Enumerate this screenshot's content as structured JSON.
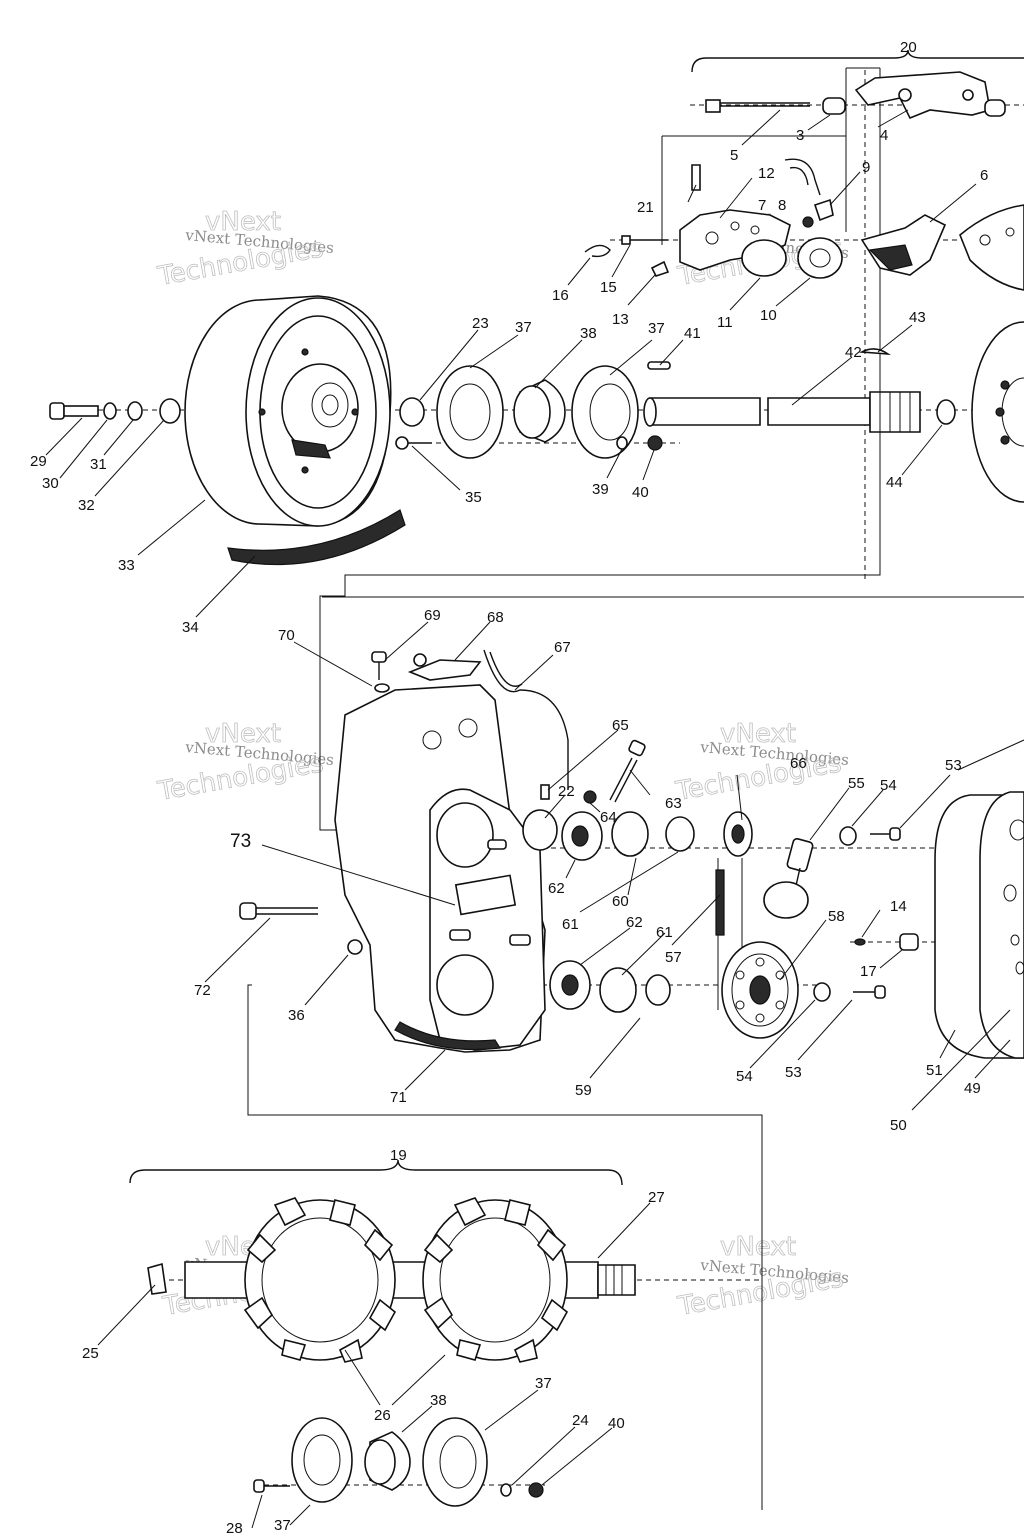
{
  "labels": {
    "n20": "20",
    "n3": "3",
    "n4": "4",
    "n5": "5",
    "n21": "21",
    "n12": "12",
    "n9": "9",
    "n6": "6",
    "n7": "7",
    "n8": "8",
    "n16": "16",
    "n15": "15",
    "n13": "13",
    "n11": "11",
    "n10": "10",
    "n23": "23",
    "n37a": "37",
    "n38a": "38",
    "n37b": "37",
    "n41": "41",
    "n43": "43",
    "n42": "42",
    "n29": "29",
    "n30": "30",
    "n31": "31",
    "n32": "32",
    "n35": "35",
    "n39": "39",
    "n40a": "40",
    "n44": "44",
    "n33": "33",
    "n34": "34",
    "n69": "69",
    "n68": "68",
    "n67": "67",
    "n70": "70",
    "n65": "65",
    "n66": "66",
    "n55": "55",
    "n54a": "54",
    "n53a": "53",
    "n22": "22",
    "n64": "64",
    "n63": "63",
    "n73": "73",
    "n62a": "62",
    "n60": "60",
    "n61a": "61",
    "n14": "14",
    "n58": "58",
    "n17": "17",
    "n72": "72",
    "n62b": "62",
    "n61b": "61",
    "n57": "57",
    "n36": "36",
    "n59": "59",
    "n54b": "54",
    "n53b": "53",
    "n51": "51",
    "n49": "49",
    "n50": "50",
    "n71": "71",
    "n19": "19",
    "n27": "27",
    "n25": "25",
    "n26": "26",
    "n38b": "38",
    "n37c": "37",
    "n24": "24",
    "n40b": "40",
    "n28": "28",
    "n37d": "37"
  },
  "watermarks": {
    "w1a": "vNext",
    "w1b": "vNext Technologies",
    "w1c": "Technologies",
    "w2a": "vNext",
    "w2b": "vNext Technologies",
    "w2c": "Technologies",
    "w3a": "vNext",
    "w3b": "vNext Technologies",
    "w3c": "Technologies",
    "w4a": "vNext",
    "w4b": "vNext Technologies",
    "w4c": "Technologies",
    "w5a": "vNext",
    "w5b": "vNext Technologies",
    "w5c": "Technologies",
    "w6a": "vNext",
    "w6b": "vNext Technologies",
    "w6c": "Technologies"
  },
  "colors": {
    "ink": "#111111",
    "watermark": "#999999",
    "background": "#ffffff"
  }
}
